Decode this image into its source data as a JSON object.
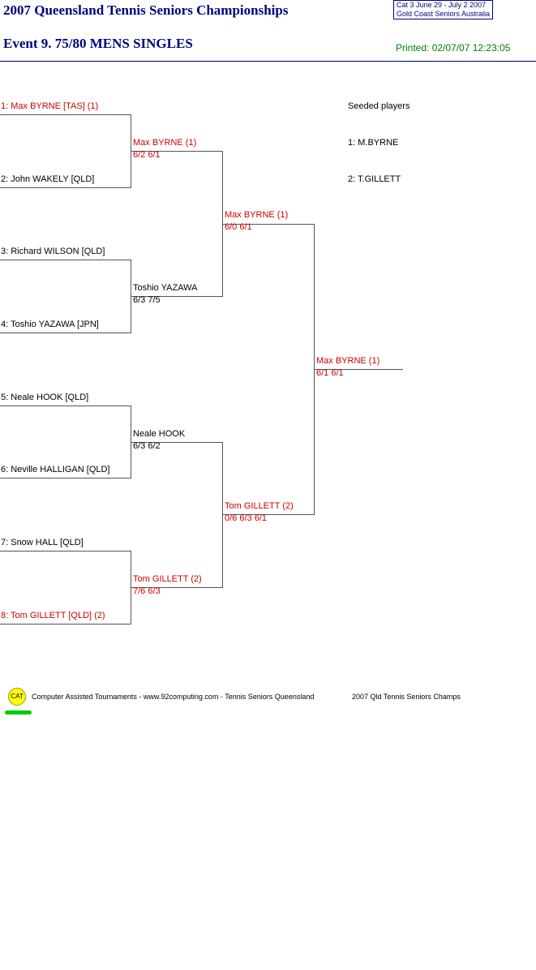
{
  "header": {
    "title": "2007 Queensland Tennis Seniors Championships",
    "event": "Event 9. 75/80 MENS SINGLES",
    "printed": "Printed: 02/07/07 12:23:05",
    "cat_line1": "Cat 3    June 29 - July 2 2007",
    "cat_line2": "Gold Coast Seniors    Australia"
  },
  "seeds": {
    "heading": "Seeded players",
    "items": [
      "1: M.BYRNE",
      "2: T.GILLETT"
    ]
  },
  "round1": [
    "1: Max BYRNE [TAS] (1)",
    "2: John WAKELY [QLD]",
    "3: Richard WILSON [QLD]",
    "4: Toshio YAZAWA [JPN]",
    "5: Neale HOOK [QLD]",
    "6: Neville HALLIGAN [QLD]",
    "7: Snow HALL [QLD]",
    "8: Tom GILLETT [QLD] (2)"
  ],
  "round2": [
    {
      "name": "Max BYRNE (1)",
      "score": "6/2 6/1"
    },
    {
      "name": "Toshio YAZAWA",
      "score": "6/3 7/5"
    },
    {
      "name": "Neale HOOK",
      "score": "6/3 6/2"
    },
    {
      "name": "Tom GILLETT (2)",
      "score": "7/6 6/3"
    }
  ],
  "semis": [
    {
      "name": "Max BYRNE (1)",
      "score": "6/0 6/1"
    },
    {
      "name": "Tom GILLETT (2)",
      "score": "0/6 6/3 6/1"
    }
  ],
  "final": {
    "name": "Max BYRNE (1)",
    "score": "6/1 6/1"
  },
  "footer": {
    "logo_text": "CAT",
    "credit": "Computer Assisted Tournaments - www.92computing.com -  Tennis Seniors Queensland",
    "event_name": "2007 Qld Tennis Seniors Champs"
  },
  "colors": {
    "title": "#000080",
    "seeded": "#cc0000",
    "printed": "#008000",
    "logo": "#ffff00"
  }
}
